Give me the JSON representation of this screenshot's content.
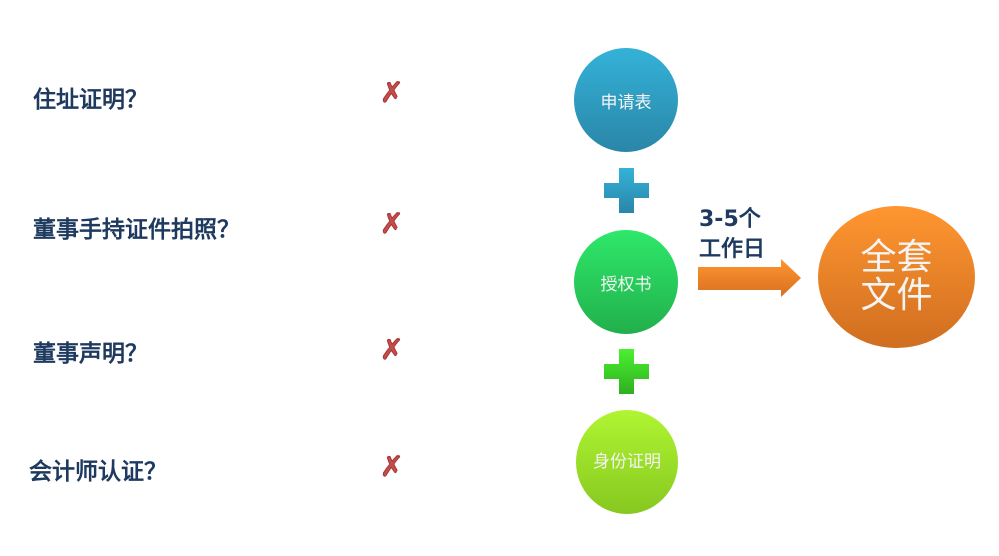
{
  "requirements": [
    {
      "label": "住址证明？",
      "status": "✗"
    },
    {
      "label": "董事手持证件拍照？",
      "status": "✗"
    },
    {
      "label": "董事声明？",
      "status": "✗"
    },
    {
      "label": "会计师认证？",
      "status": "✗"
    }
  ],
  "inputs": [
    "申请表",
    "授权书",
    "身份证明"
  ],
  "duration": "3-5个工作日",
  "result": "全套文件",
  "colors": {
    "blue": "#2e9fc7",
    "green": "#28c95a",
    "lime": "#9ee02a",
    "orange": "#f08a2c",
    "cross": "#c0504d",
    "text": "#1f3a5f"
  }
}
